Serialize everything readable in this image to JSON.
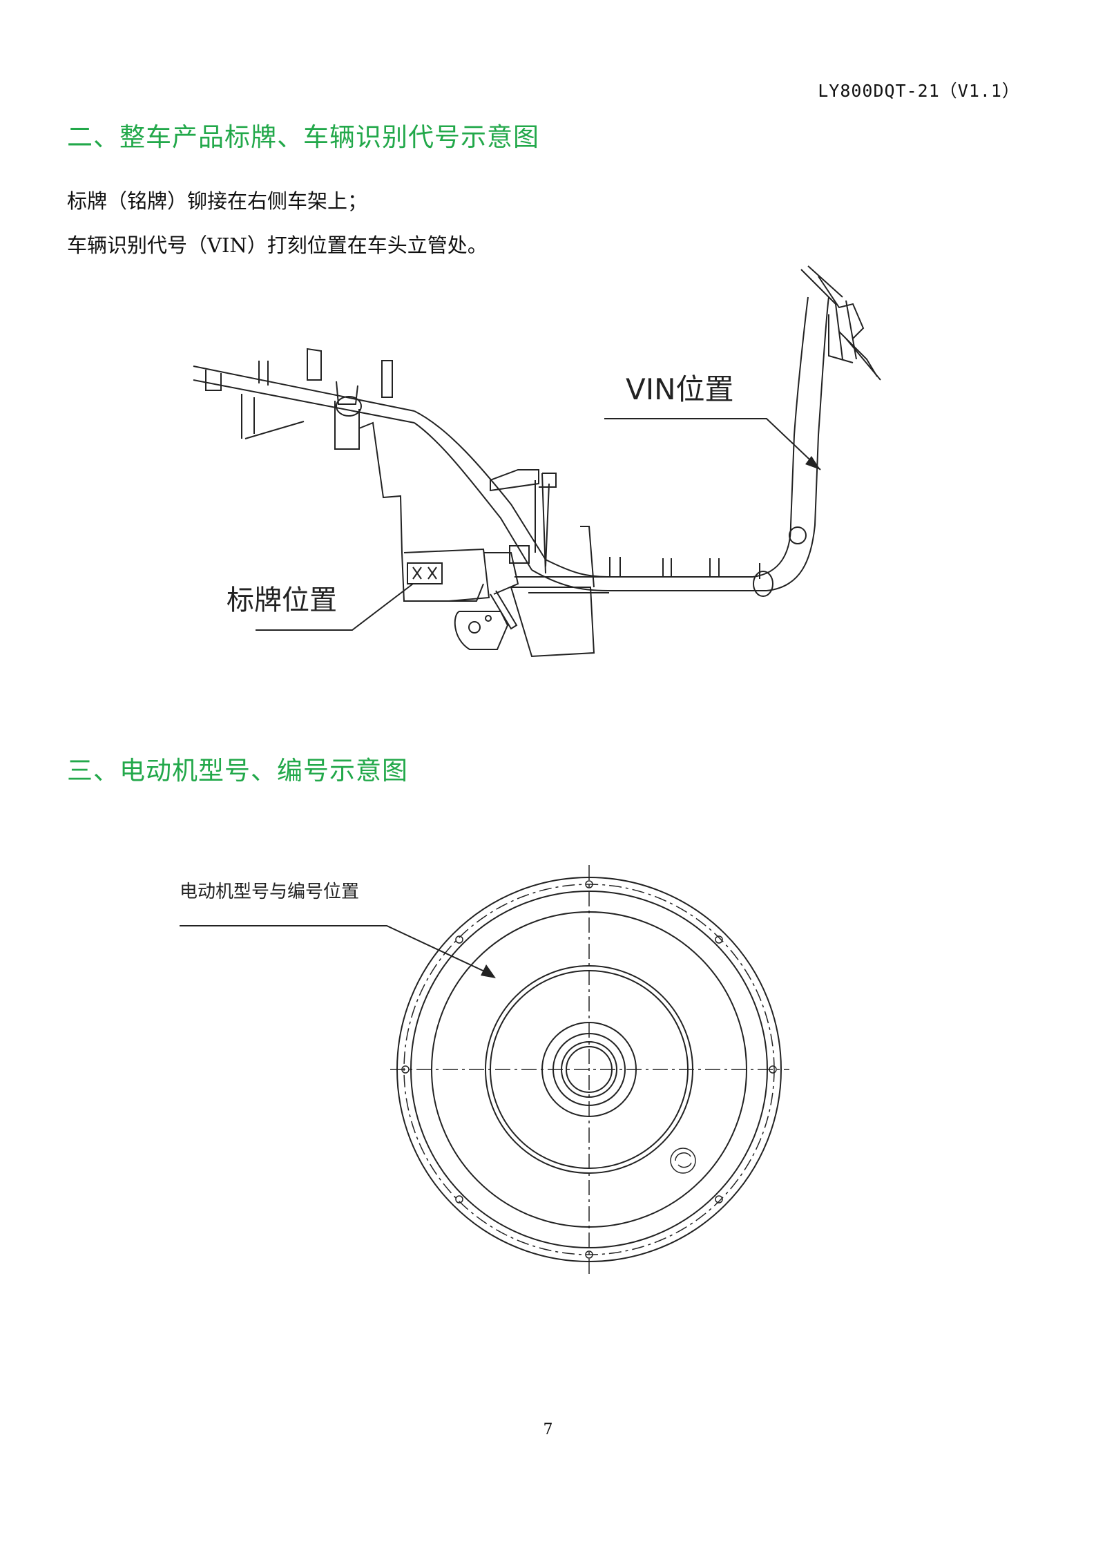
{
  "header": {
    "doc_code": "LY800DQT-21（V1.1）"
  },
  "section2": {
    "title": "二、整车产品标牌、车辆识别代号示意图",
    "line1": "标牌（铭牌）铆接在右侧车架上；",
    "line2": "车辆识别代号（VIN）打刻位置在车头立管处。",
    "figure": {
      "vin_label": "VIN位置",
      "plate_label": "标牌位置"
    }
  },
  "section3": {
    "title": "三、电动机型号、编号示意图",
    "figure": {
      "motor_label": "电动机型号与编号位置"
    }
  },
  "footer": {
    "page_number": "7"
  }
}
